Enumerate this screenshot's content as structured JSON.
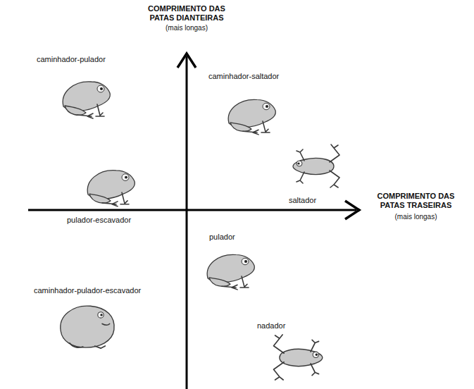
{
  "diagram": {
    "labels": [
      "COMPRIMENTO DAS PATAS DIANTEIRAS",
      "(mais longas)",
      "caminhador-pulador",
      "caminhador-saltador",
      "saltador",
      "COMPRIMENTO DAS PATAS TRASEIRAS",
      "(mais longas)",
      "pulador-escavador",
      "pulador",
      "caminhador-pulador-escavador",
      "nadador"
    ]
  }
}
